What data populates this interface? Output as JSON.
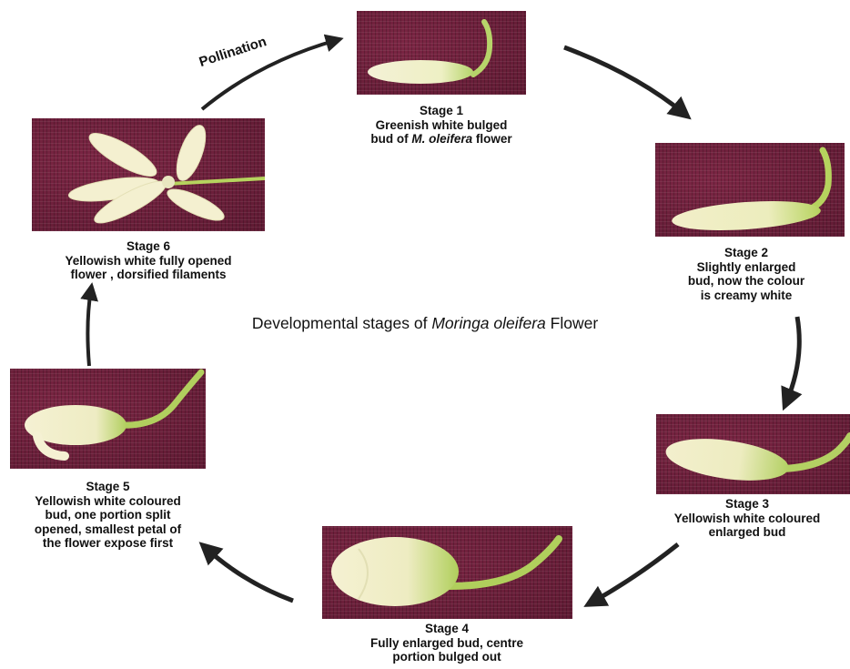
{
  "title": {
    "prefix": "Developmental stages of ",
    "italic": "Moringa oleifera",
    "suffix": " Flower"
  },
  "pollination_label": "Pollination",
  "stages": [
    {
      "label": "Stage 1",
      "lines": [
        "Greenish white bulged",
        "bud of "
      ],
      "italic": "M. oleifera",
      "after_italic": " flower"
    },
    {
      "label": "Stage 2",
      "lines": [
        "Slightly enlarged",
        "bud, now the colour",
        "is creamy white"
      ]
    },
    {
      "label": "Stage 3",
      "lines": [
        "Yellowish white coloured",
        "enlarged bud"
      ]
    },
    {
      "label": "Stage 4",
      "lines": [
        "Fully enlarged bud, centre",
        "portion bulged out"
      ]
    },
    {
      "label": "Stage 5",
      "lines": [
        "Yellowish white coloured",
        "bud, one portion split",
        "opened, smallest petal of",
        "the flower expose first"
      ]
    },
    {
      "label": "Stage 6",
      "lines": [
        "Yellowish white fully opened",
        "flower , dorsified filaments"
      ]
    }
  ],
  "colors": {
    "cloth": "#6e1f3a",
    "bud_cream": "#f3efcf",
    "bud_green": "#a9cf5a",
    "arrow": "#222222"
  }
}
